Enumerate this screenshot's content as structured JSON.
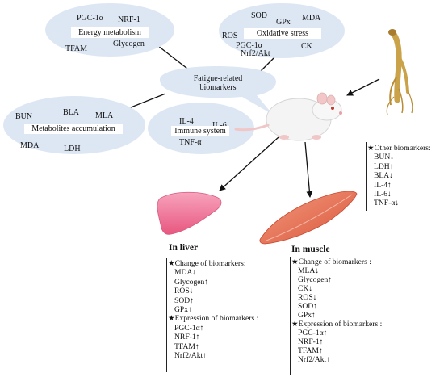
{
  "bubbles": {
    "energy": {
      "title": "Energy metabolism",
      "markers": [
        "PGC-1α",
        "NRF-1",
        "TFAM",
        "Glycogen"
      ]
    },
    "oxidative": {
      "title": "Oxidative stress",
      "markers": [
        "SOD",
        "GPx",
        "MDA",
        "ROS",
        "PGC-1α",
        "Nrf2/Akt",
        "CK"
      ]
    },
    "central": {
      "title": "Fatigue-related\nbiomarkers"
    },
    "metabolites": {
      "title": "Metabolites accumulation",
      "markers": [
        "BUN",
        "BLA",
        "MLA",
        "MDA",
        "LDH"
      ]
    },
    "immune": {
      "title": "Immune system",
      "markers": [
        "IL-4",
        "IL-6",
        "TNF-α"
      ]
    }
  },
  "other": {
    "header": "★Other biomarkers:",
    "items": [
      "BUN↓",
      "LDH↑",
      "BLA↓",
      "IL-4↑",
      "IL-6↓",
      "TNF-α↓"
    ]
  },
  "liver": {
    "title": "In liver",
    "change_header": "★Change of biomarkers:",
    "changes": [
      "MDA↓",
      "Glycogen↑",
      "ROS↓",
      "SOD↑",
      "GPx↑"
    ],
    "expr_header": "★Expression of biomarkers :",
    "expressions": [
      "PGC-1α↑",
      "NRF-1↑",
      "TFAM↑",
      "Nrf2/Akt↑"
    ]
  },
  "muscle": {
    "title": "In muscle",
    "change_header": "★Change of biomarkers :",
    "changes": [
      "MLA↓",
      "Glycogen↑",
      "CK↓",
      "ROS↓",
      "SOD↑",
      "GPx↑"
    ],
    "expr_header": "★Expression of biomarkers :",
    "expressions": [
      "PGC-1α↑",
      "NRF-1↑",
      "TFAM↑",
      "Nrf2/Akt↑"
    ]
  },
  "colors": {
    "bubble_fill": "#dde7f4",
    "liver": "#f07da0",
    "muscle": "#e8745a",
    "root": "#c9a24a"
  }
}
